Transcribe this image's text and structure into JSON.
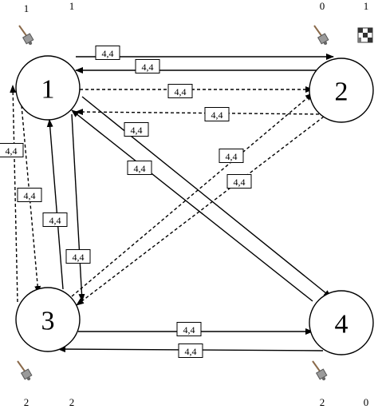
{
  "nodes": [
    {
      "id": "1",
      "label": "1"
    },
    {
      "id": "2",
      "label": "2"
    },
    {
      "id": "3",
      "label": "3"
    },
    {
      "id": "4",
      "label": "4"
    }
  ],
  "edges": [
    {
      "id": "e12",
      "from": "1",
      "to": "2",
      "style": "solid",
      "label": "4,4"
    },
    {
      "id": "e21",
      "from": "2",
      "to": "1",
      "style": "solid",
      "label": "4,4"
    },
    {
      "id": "e12d",
      "from": "1",
      "to": "2",
      "style": "dashed",
      "label": "4,4"
    },
    {
      "id": "e21d",
      "from": "2",
      "to": "1",
      "style": "dashed",
      "label": "4,4"
    },
    {
      "id": "e14",
      "from": "1",
      "to": "4",
      "style": "solid",
      "label": "4,4"
    },
    {
      "id": "e41",
      "from": "4",
      "to": "1",
      "style": "solid",
      "label": "4,4"
    },
    {
      "id": "e32d",
      "from": "3",
      "to": "2",
      "style": "dashed",
      "label": "4,4"
    },
    {
      "id": "e23d",
      "from": "2",
      "to": "3",
      "style": "dashed",
      "label": "4,4"
    },
    {
      "id": "e31d",
      "from": "3",
      "to": "1",
      "style": "dashed",
      "label": "4,4"
    },
    {
      "id": "e13d",
      "from": "1",
      "to": "3",
      "style": "dashed",
      "label": "4,4"
    },
    {
      "id": "e31",
      "from": "3",
      "to": "1",
      "style": "solid",
      "label": "4,4"
    },
    {
      "id": "e13",
      "from": "1",
      "to": "3",
      "style": "solid",
      "label": "4,4"
    },
    {
      "id": "e34",
      "from": "3",
      "to": "4",
      "style": "solid",
      "label": "4,4"
    },
    {
      "id": "e43",
      "from": "4",
      "to": "3",
      "style": "solid",
      "label": "4,4"
    }
  ],
  "corner_numbers": {
    "top_left": [
      "1",
      "1"
    ],
    "top_right": [
      "0",
      "1"
    ],
    "bottom_left": [
      "2",
      "2"
    ],
    "bottom_right": [
      "2",
      "0"
    ]
  },
  "icons": {
    "robot": "robot-arm-icon",
    "grid": "grid-icon"
  }
}
